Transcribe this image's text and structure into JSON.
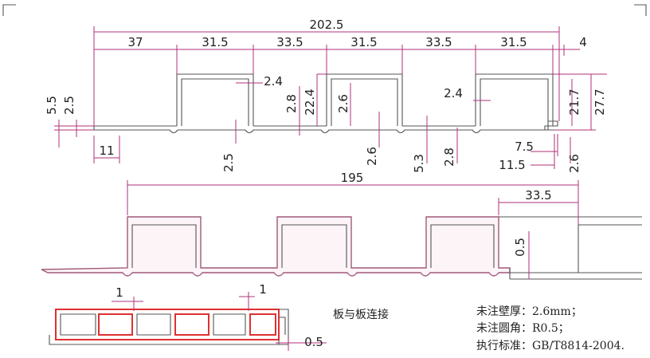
{
  "top_dimensions": {
    "overall": "202.5",
    "segments": [
      "37",
      "31.5",
      "33.5",
      "31.5",
      "33.5",
      "31.5",
      "4"
    ],
    "left_55": "5.5",
    "left_25": "2.5",
    "bottom_11": "11",
    "wall_24_a": "2.4",
    "rib_25": "2.5",
    "rib_28": "2.8",
    "height_224": "22.4",
    "wall_26_a": "2.6",
    "rib_26": "2.6",
    "rib_53": "5.3",
    "rib_28_b": "2.8",
    "wall_24_b": "2.4",
    "height_217": "21.7",
    "height_277": "27.7",
    "offset_75": "7.5",
    "offset_115": "11.5",
    "right_26": "2.6"
  },
  "middle_dimensions": {
    "overall": "195",
    "right_box": "33.5",
    "gap": "0.5"
  },
  "bottom_dimensions": {
    "left_1": "1",
    "right_1": "1",
    "gap": "0.5"
  },
  "labels": {
    "connection": "板与板连接",
    "wall_thickness": "未注壁厚：2.6mm；",
    "fillet_radius": "未注圆角：R0.5；",
    "standard": "执行标准：GB/T8814-2004."
  },
  "colors": {
    "dimension_line": "#b0307a",
    "profile_outline": "#555555",
    "profile_hatch": "#a05a78",
    "assembly_highlight": "#e03030"
  }
}
